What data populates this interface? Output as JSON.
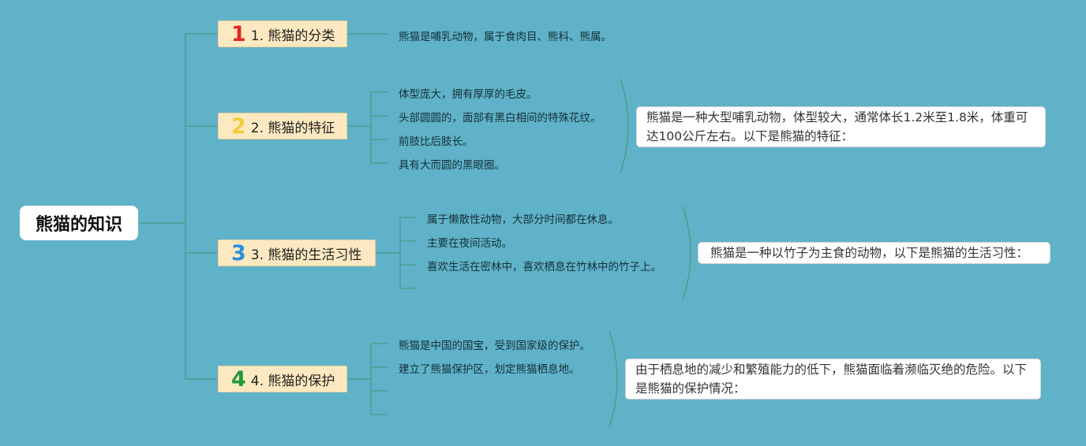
{
  "root": {
    "title": "熊猫的知识"
  },
  "branches": [
    {
      "num": "1",
      "num_color": "#e02828",
      "title": "1. 熊猫的分类",
      "items": [
        "熊猫是哺乳动物，属于食肉目、熊科、熊属。"
      ],
      "note": ""
    },
    {
      "num": "2",
      "num_color": "#f2cc3c",
      "title": "2. 熊猫的特征",
      "items": [
        "体型庞大，拥有厚厚的毛皮。",
        "头部圆圆的，面部有黑白相间的特殊花纹。",
        "前肢比后肢长。",
        "具有大而圆的黑眼圈。"
      ],
      "note": "熊猫是一种大型哺乳动物，体型较大，通常体长1.2米至1.8米，体重可达100公斤左右。以下是熊猫的特征："
    },
    {
      "num": "3",
      "num_color": "#2f8fd8",
      "title": "3. 熊猫的生活习性",
      "items": [
        "属于懒散性动物，大部分时间都在休息。",
        "主要在夜间活动。",
        "喜欢生活在密林中，喜欢栖息在竹林中的竹子上。",
        ""
      ],
      "note": "熊猫是一种以竹子为主食的动物，以下是熊猫的生活习性："
    },
    {
      "num": "4",
      "num_color": "#1f9a3a",
      "title": "4. 熊猫的保护",
      "items": [
        "熊猫是中国的国宝，受到国家级的保护。",
        "建立了熊猫保护区，划定熊猫栖息地。",
        "",
        ""
      ],
      "note": "由于栖息地的减少和繁殖能力的低下，熊猫面临着濒临灭绝的危险。以下是熊猫的保护情况："
    }
  ],
  "colors": {
    "background": "#5fb2c8",
    "line": "#4e9a86",
    "branch_fill": "#fde9c1"
  }
}
